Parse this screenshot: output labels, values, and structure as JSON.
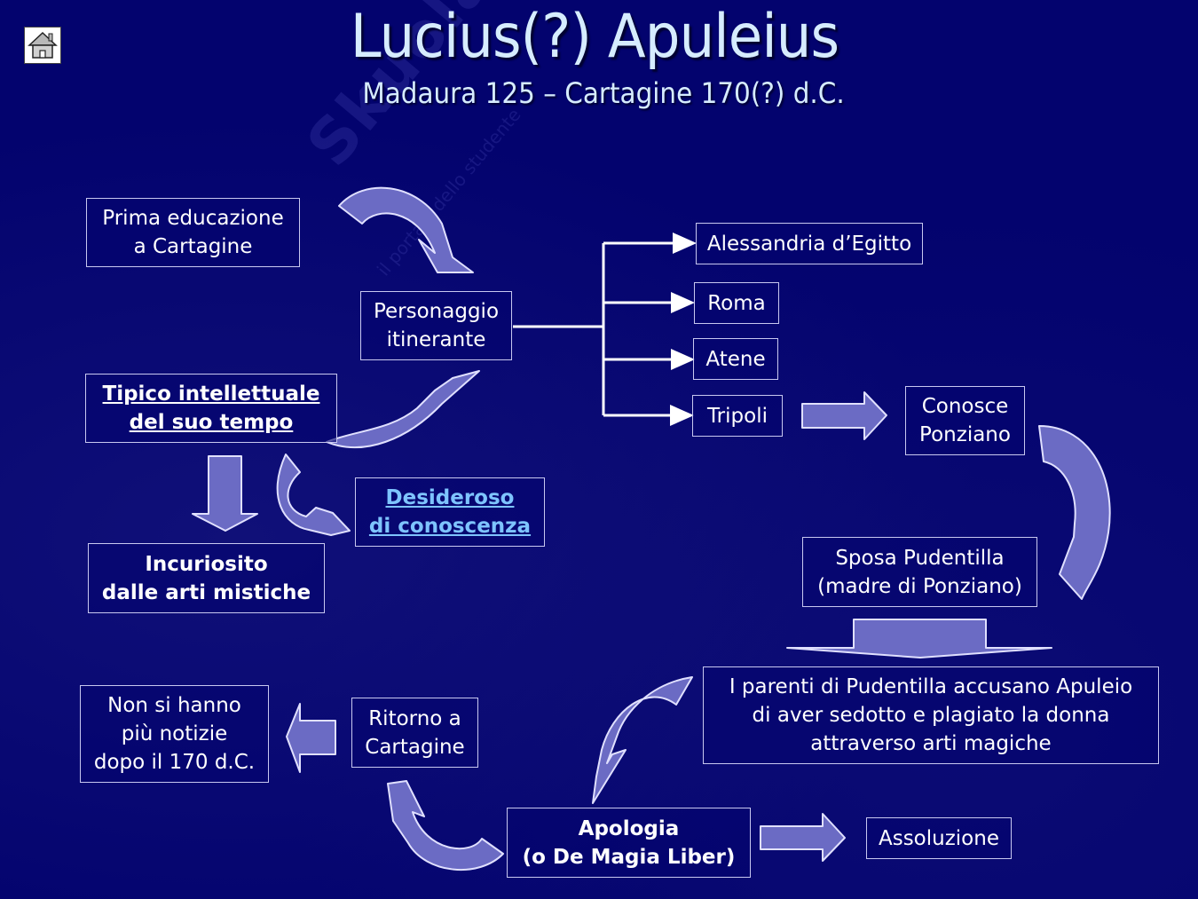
{
  "slide": {
    "title": "Lucius(?) Apuleius",
    "subtitle": "Madaura 125 – Cartagine 170(?) d.C.",
    "home_icon": "home-icon",
    "watermark": {
      "brand": "Skuola.net",
      "tagline": "il portale dello studente"
    },
    "colors": {
      "background": "#03036e",
      "title": "#d6ecff",
      "arrow_fill": "#6b6bc4",
      "arrow_stroke": "#e0e0ff",
      "link": "#7ec4ff"
    }
  },
  "nodes": {
    "prima_educazione": "Prima educazione\na Cartagine",
    "personaggio": "Personaggio\nitinerante",
    "tipico": "Tipico intellettuale \ndel suo tempo",
    "incuriosito": "Incuriosito\ndalle arti mistiche",
    "desideroso": "Desideroso \ndi conoscenza",
    "alessandria": "Alessandria d’Egitto",
    "roma": "Roma",
    "atene": "Atene",
    "tripoli": "Tripoli",
    "conosce": "Conosce\nPonziano",
    "sposa": "Sposa Pudentilla\n(madre di Ponziano)",
    "parenti": "I parenti di Pudentilla accusano Apuleio\ndi aver sedotto e plagiato la donna\nattraverso arti magiche",
    "apologia": "Apologia\n(o De Magia Liber)",
    "assoluzione": "Assoluzione",
    "ritorno": "Ritorno a\nCartagine",
    "non_notizie": "Non si hanno\npiù notizie\ndopo il 170 d.C."
  }
}
